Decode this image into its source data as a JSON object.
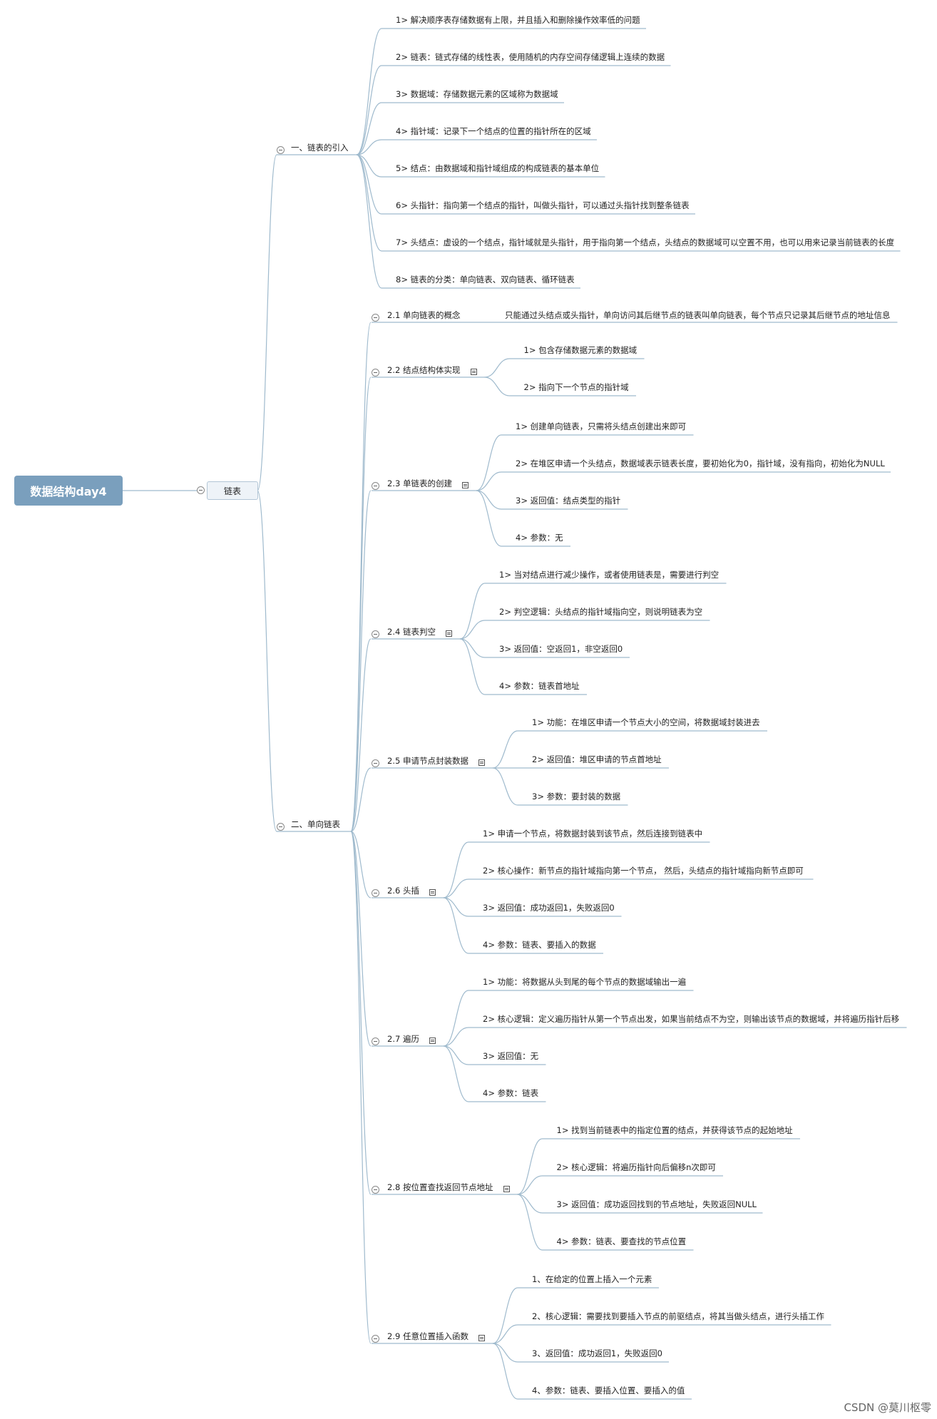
{
  "root": "数据结构day4",
  "main": "链表",
  "branch1": {
    "title": "一、链表的引入",
    "items": [
      "1> 解决顺序表存储数据有上限，并且插入和删除操作效率低的问题",
      "2> 链表：链式存储的线性表，使用随机的内存空间存储逻辑上连续的数据",
      "3> 数据域：存储数据元素的区域称为数据域",
      "4> 指针域：记录下一个结点的位置的指针所在的区域",
      "5> 结点：由数据域和指针域组成的构成链表的基本单位",
      "6> 头指针：指向第一个结点的指针，叫做头指针，可以通过头指针找到整条链表",
      "7> 头结点：虚设的一个结点，指针域就是头指针，用于指向第一个结点，头结点的数据域可以空置不用，也可以用来记录当前链表的长度",
      "8> 链表的分类：单向链表、双向链表、循环链表"
    ]
  },
  "branch2": {
    "title": "二、单向链表",
    "sections": [
      {
        "title": "2.1 单向链表的概念",
        "desc": "只能通过头结点或头指针，单向访问其后继节点的链表叫单向链表，每个节点只记录其后继节点的地址信息",
        "items": []
      },
      {
        "title": "2.2 结点结构体实现",
        "items": [
          "1> 包含存储数据元素的数据域",
          "2> 指向下一个节点的指针域"
        ]
      },
      {
        "title": "2.3 单链表的创建",
        "items": [
          "1> 创建单向链表，只需将头结点创建出来即可",
          "2> 在堆区申请一个头结点，数据域表示链表长度，要初始化为0，指针域，没有指向，初始化为NULL",
          "3> 返回值：结点类型的指针",
          "4> 参数：无"
        ]
      },
      {
        "title": "2.4 链表判空",
        "items": [
          "1> 当对结点进行减少操作，或者使用链表是，需要进行判空",
          "2> 判空逻辑：头结点的指针域指向空，则说明链表为空",
          "3> 返回值：空返回1，非空返回0",
          "4> 参数：链表首地址"
        ]
      },
      {
        "title": "2.5 申请节点封装数据",
        "items": [
          "1> 功能：在堆区申请一个节点大小的空间，将数据域封装进去",
          "2> 返回值：堆区申请的节点首地址",
          "3> 参数：要封装的数据"
        ]
      },
      {
        "title": "2.6 头插",
        "items": [
          "1> 申请一个节点，将数据封装到该节点，然后连接到链表中",
          "2> 核心操作：新节点的指针域指向第一个节点， 然后，头结点的指针域指向新节点即可",
          "3> 返回值：成功返回1，失败返回0",
          "4> 参数：链表、要插入的数据"
        ]
      },
      {
        "title": "2.7 遍历",
        "items": [
          "1> 功能：将数据从头到尾的每个节点的数据域输出一遍",
          "2> 核心逻辑：定义遍历指针从第一个节点出发，如果当前结点不为空，则输出该节点的数据域，并将遍历指针后移",
          "3> 返回值：无",
          "4> 参数：链表"
        ]
      },
      {
        "title": "2.8 按位置查找返回节点地址",
        "items": [
          "1> 找到当前链表中的指定位置的结点，并获得该节点的起始地址",
          "2> 核心逻辑：将遍历指针向后偏移n次即可",
          "3> 返回值：成功返回找到的节点地址，失败返回NULL",
          "4> 参数：链表、要查找的节点位置"
        ]
      },
      {
        "title": "2.9 任意位置插入函数",
        "items": [
          "1、在给定的位置上插入一个元素",
          "2、核心逻辑：需要找到要插入节点的前驱结点，将其当做头结点，进行头插工作",
          "3、返回值：成功返回1，失败返回0",
          "4、参数：链表、要插入位置、要插入的值"
        ]
      }
    ]
  },
  "watermark": "CSDN @莫川枢零",
  "colors": {
    "root": "#7a9fbd",
    "line": "#9fbacd"
  }
}
